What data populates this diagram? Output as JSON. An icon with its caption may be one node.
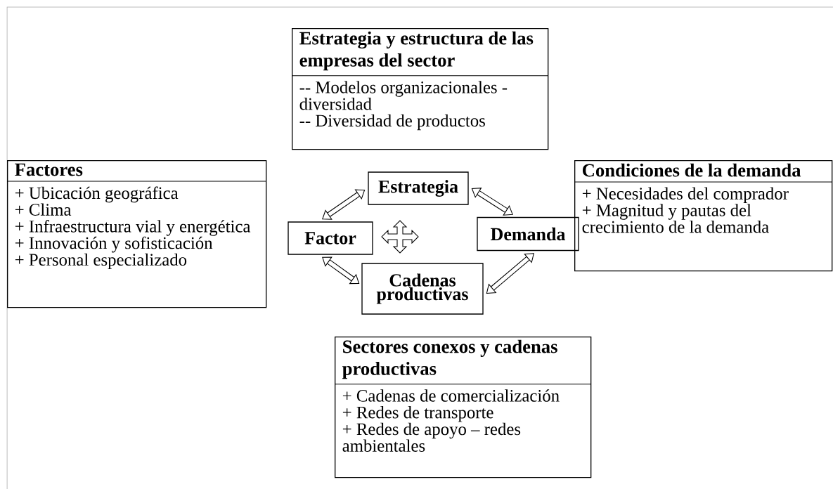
{
  "diagram": {
    "nodes": [
      {
        "text": [
          "Estrategia y estructura de las empresas del sector",
          "-- Modelos organizacionales - diversidad",
          "-- Diversidad de productos"
        ]
      },
      {
        "text": [
          "Factores",
          "+ Ubicación geográfica",
          "+ Clima",
          "+ Infraestructura vial y energética",
          "+ Innovación y sofisticación",
          "+ Personal especializado"
        ]
      },
      {
        "text": [
          "Condiciones de la demanda",
          "+ Necesidades del comprador",
          "+ Magnitud y pautas del crecimiento de la demanda"
        ]
      },
      {
        "text": [
          "Estrategia"
        ]
      },
      {
        "text": [
          "Factor"
        ]
      },
      {
        "text": [
          "Demanda"
        ]
      },
      {
        "text": [
          "Cadenas productivas"
        ]
      },
      {
        "text": [
          "Sectores conexos y cadenas productivas",
          "+ Cadenas de comercialización",
          "+ Redes de transporte",
          "+ Redes de apoyo – redes ambientales"
        ]
      }
    ],
    "edges": [
      {
        "from": 4,
        "to": 3,
        "arrow": "both"
      },
      {
        "from": 3,
        "to": 5,
        "arrow": "both"
      },
      {
        "from": 4,
        "to": 6,
        "arrow": "both"
      },
      {
        "from": 6,
        "to": 5,
        "arrow": "both"
      }
    ]
  }
}
